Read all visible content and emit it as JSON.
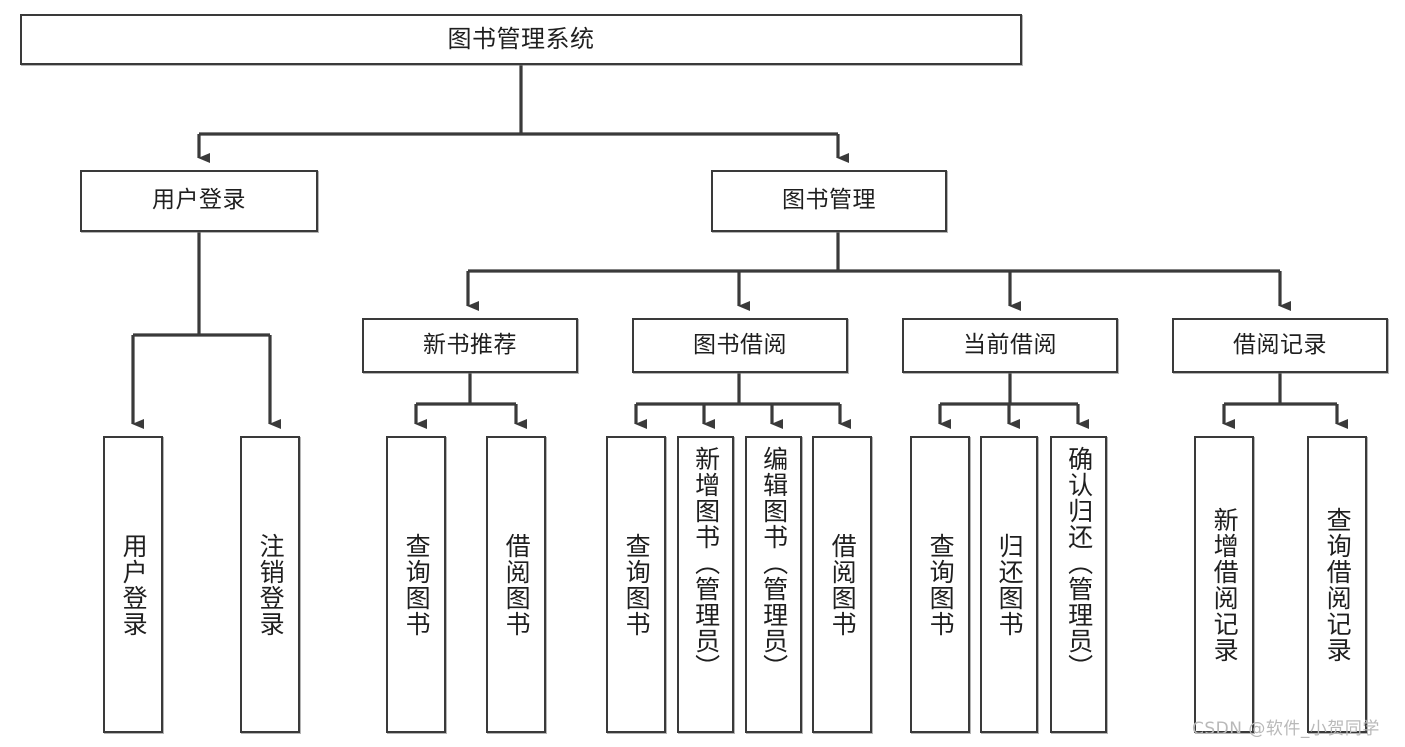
{
  "diagram": {
    "title": "图书管理系统",
    "type": "功能结构图",
    "watermark": "CSDN @软件_小贺同学",
    "colors": {
      "stroke": "#3a3a3a",
      "fill": "#ffffff",
      "text": "#1f1f1f",
      "watermark": "#b9b9b9"
    },
    "root": {
      "id": "root",
      "label": "图书管理系统"
    },
    "level2": [
      {
        "id": "user-login",
        "label": "用户登录"
      },
      {
        "id": "book-manage",
        "label": "图书管理"
      }
    ],
    "level3": [
      {
        "id": "new-book-recommend",
        "label": "新书推荐"
      },
      {
        "id": "book-borrow",
        "label": "图书借阅"
      },
      {
        "id": "current-borrow",
        "label": "当前借阅"
      },
      {
        "id": "borrow-record",
        "label": "借阅记录"
      }
    ],
    "leaves": {
      "user-login": [
        {
          "id": "leaf-user-login",
          "label": "用户登录"
        },
        {
          "id": "leaf-logout",
          "label": "注销登录"
        }
      ],
      "new-book-recommend": [
        {
          "id": "leaf-query-book-1",
          "label": "查询图书"
        },
        {
          "id": "leaf-borrow-book-1",
          "label": "借阅图书"
        }
      ],
      "book-borrow": [
        {
          "id": "leaf-query-book-2",
          "label": "查询图书"
        },
        {
          "id": "leaf-add-book",
          "label": "新增图书（管理员）"
        },
        {
          "id": "leaf-edit-book",
          "label": "编辑图书（管理员）"
        },
        {
          "id": "leaf-borrow-book-2",
          "label": "借阅图书"
        }
      ],
      "current-borrow": [
        {
          "id": "leaf-query-book-3",
          "label": "查询图书"
        },
        {
          "id": "leaf-return-book",
          "label": "归还图书"
        },
        {
          "id": "leaf-confirm-return",
          "label": "确认归还（管理员）"
        }
      ],
      "borrow-record": [
        {
          "id": "leaf-add-record",
          "label": "新增借阅记录"
        },
        {
          "id": "leaf-query-record",
          "label": "查询借阅记录"
        }
      ]
    }
  }
}
